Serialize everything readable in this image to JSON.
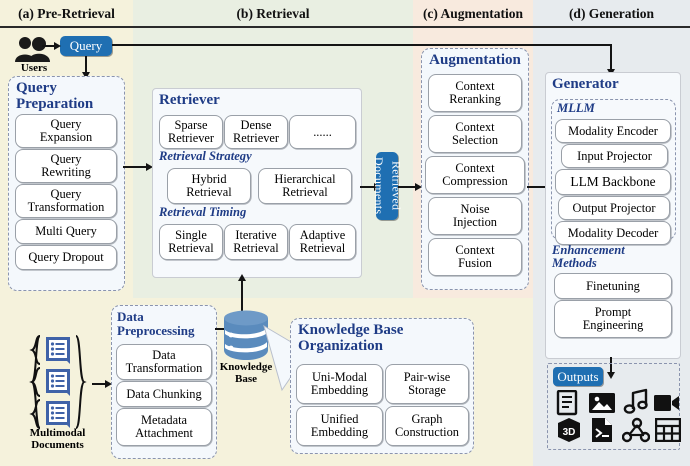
{
  "columns": [
    {
      "id": "a",
      "label": "(a) Pre-Retrieval",
      "bg": "#f5f2dc"
    },
    {
      "id": "b",
      "label": "(b) Retrieval",
      "bg": "#e9efe2"
    },
    {
      "id": "c",
      "label": "(c) Augmentation",
      "bg": "#f8eade"
    },
    {
      "id": "d",
      "label": "(d) Generation",
      "bg": "#e7ebee"
    }
  ],
  "pre_retrieval": {
    "users_caption": "Users",
    "query_tag": "Query",
    "query_preparation": {
      "title_line1": "Query",
      "title_line2": "Preparation",
      "items": [
        {
          "l1": "Query",
          "l2": "Expansion"
        },
        {
          "l1": "Query",
          "l2": "Rewriting"
        },
        {
          "l1": "Query",
          "l2": "Transformation"
        },
        {
          "l1": "Multi Query",
          "l2": ""
        },
        {
          "l1": "Query Dropout",
          "l2": ""
        }
      ]
    }
  },
  "retrieval": {
    "retriever_title": "Retriever",
    "retriever_items": [
      {
        "l1": "Sparse",
        "l2": "Retriever"
      },
      {
        "l1": "Dense",
        "l2": "Retriever"
      },
      {
        "l1": "......",
        "l2": ""
      }
    ],
    "strategy_title": "Retrieval Strategy",
    "strategy_items": [
      {
        "l1": "Hybrid",
        "l2": "Retrieval"
      },
      {
        "l1": "Hierarchical",
        "l2": "Retrieval"
      }
    ],
    "timing_title": "Retrieval Timing",
    "timing_items": [
      {
        "l1": "Single",
        "l2": "Retrieval"
      },
      {
        "l1": "Iterative",
        "l2": "Retrieval"
      },
      {
        "l1": "Adaptive",
        "l2": "Retrieval"
      }
    ],
    "retrieved_documents_tag": "Retrieved Documents"
  },
  "augmentation": {
    "title": "Augmentation",
    "items": [
      {
        "l1": "Context",
        "l2": "Reranking"
      },
      {
        "l1": "Context",
        "l2": "Selection"
      },
      {
        "l1": "Context",
        "l2": "Compression"
      },
      {
        "l1": "Noise",
        "l2": "Injection"
      },
      {
        "l1": "Context",
        "l2": "Fusion"
      }
    ]
  },
  "generation": {
    "generator_title": "Generator",
    "mllm_title": "MLLM",
    "mllm_items": [
      "Modality Encoder",
      "Input Projector",
      "LLM Backbone",
      "Output Projector",
      "Modality Decoder"
    ],
    "enhancement_title_line1": "Enhancement",
    "enhancement_title_line2": "Methods",
    "enhancement_items": [
      {
        "l1": "Finetuning",
        "l2": ""
      },
      {
        "l1": "Prompt",
        "l2": "Engineering"
      }
    ],
    "outputs_tag": "Outputs",
    "output_icons": [
      "document-icon",
      "image-icon",
      "audio-icon",
      "video-icon",
      "cube-3d-icon",
      "terminal-code-icon",
      "graph-network-icon",
      "table-icon"
    ]
  },
  "data_pipeline": {
    "multimodal_caption_line1": "Multimodal",
    "multimodal_caption_line2": "Documents",
    "preprocessing_title_line1": "Data",
    "preprocessing_title_line2": "Preprocessing",
    "preprocessing_items": [
      {
        "l1": "Data",
        "l2": "Transformation"
      },
      {
        "l1": "Data Chunking",
        "l2": ""
      },
      {
        "l1": "Metadata",
        "l2": "Attachment"
      }
    ],
    "kb_caption_line1": "Knowledge",
    "kb_caption_line2": "Base",
    "kb_org_title_line1": "Knowledge Base",
    "kb_org_title_line2": "Organization",
    "kb_org_items": [
      {
        "l1": "Uni-Modal",
        "l2": "Embedding"
      },
      {
        "l1": "Pair-wise",
        "l2": "Storage"
      },
      {
        "l1": "Unified",
        "l2": "Embedding"
      },
      {
        "l1": "Graph",
        "l2": "Construction"
      }
    ]
  },
  "colors": {
    "accent_blue": "#1f6fb2",
    "title_blue": "#1f3c86",
    "arrow": "#141414"
  }
}
